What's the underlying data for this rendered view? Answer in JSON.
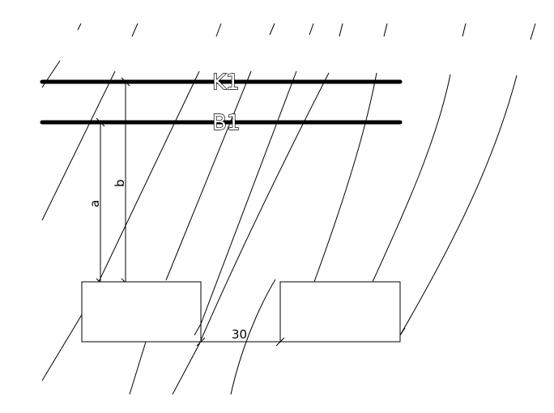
{
  "labels": {
    "line_top": "K1",
    "line_bottom": "B1",
    "dim_a": "a",
    "dim_b": "b",
    "gap": "30"
  }
}
